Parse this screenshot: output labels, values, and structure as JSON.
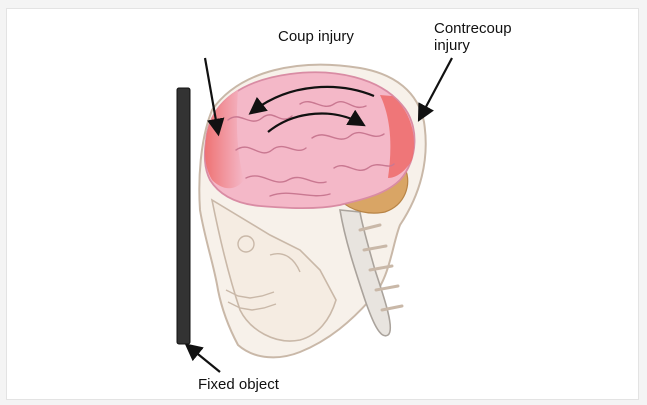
{
  "labels": {
    "coup_injury": "Coup injury",
    "contrecoup_line1": "Contrecoup",
    "contrecoup_line2": "injury",
    "fixed_object": "Fixed object"
  },
  "colors": {
    "brain_pink": "#f4b8c8",
    "injury_red": "#ee6f6f",
    "cerebellum_tan": "#d9a565",
    "skull_outline": "#c9b8a8",
    "fixed_object": "#333333",
    "arrow": "#111111"
  }
}
